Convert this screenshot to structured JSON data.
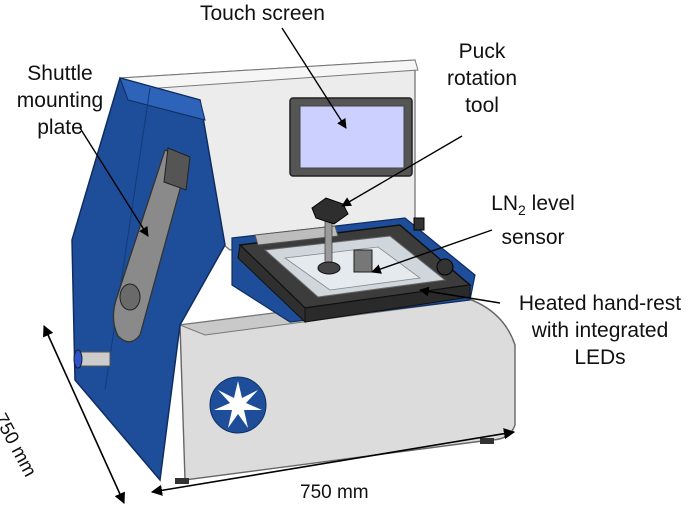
{
  "figure": {
    "labels": {
      "touch_screen": "Touch screen",
      "puck_tool": [
        "Puck",
        "rotation",
        "tool"
      ],
      "shuttle_plate": [
        "Shuttle",
        "mounting",
        "plate"
      ],
      "ln2_sensor": {
        "prefix": "LN",
        "subscript": "2",
        "suffix": " level",
        "line2": "sensor"
      },
      "hand_rest": [
        "Heated hand-rest",
        "with integrated",
        "LEDs"
      ]
    },
    "dimensions": {
      "width": "750 mm",
      "depth": "750 mm"
    },
    "colors": {
      "blue_panel": "#1e4e9a",
      "body_grey": "#dcdcdc",
      "screen": "#ccd0ff",
      "base_dark": "#3c3c3c"
    }
  }
}
